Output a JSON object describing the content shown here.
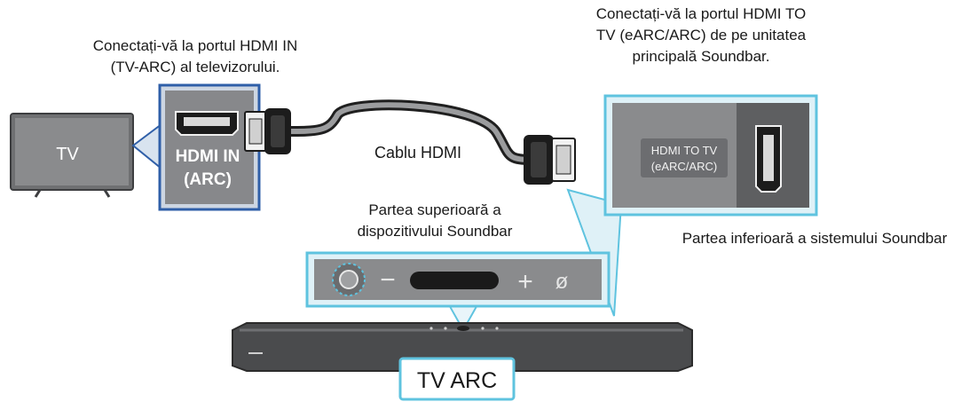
{
  "labels": {
    "tv_port_caption": [
      "Conectați-vă la portul HDMI IN",
      "(TV-ARC) al televizorului."
    ],
    "soundbar_port_caption": [
      "Conectați-vă la portul HDMI TO",
      "TV (eARC/ARC) de pe unitatea",
      "principală Soundbar."
    ],
    "cable": "Cablu HDMI",
    "top_caption": [
      "Partea superioară a",
      "dispozitivului Soundbar"
    ],
    "bottom_caption": "Partea inferioară a sistemului Soundbar"
  },
  "tv": {
    "screen_text": "TV"
  },
  "tv_port": {
    "line1": "HDMI IN",
    "line2": "(ARC)"
  },
  "soundbar_port": {
    "line1": "HDMI TO TV",
    "line2": "(eARC/ARC)"
  },
  "soundbar": {
    "badge": "TV ARC"
  },
  "control_panel": {
    "plus": "+",
    "minus": "−",
    "mic_off": "ø"
  },
  "colors": {
    "callout_blue": "#2f5fa8",
    "callout_cyan": "#5fc3df",
    "panel_gray": "#8a8b8d",
    "dark": "#2b2b2b"
  }
}
